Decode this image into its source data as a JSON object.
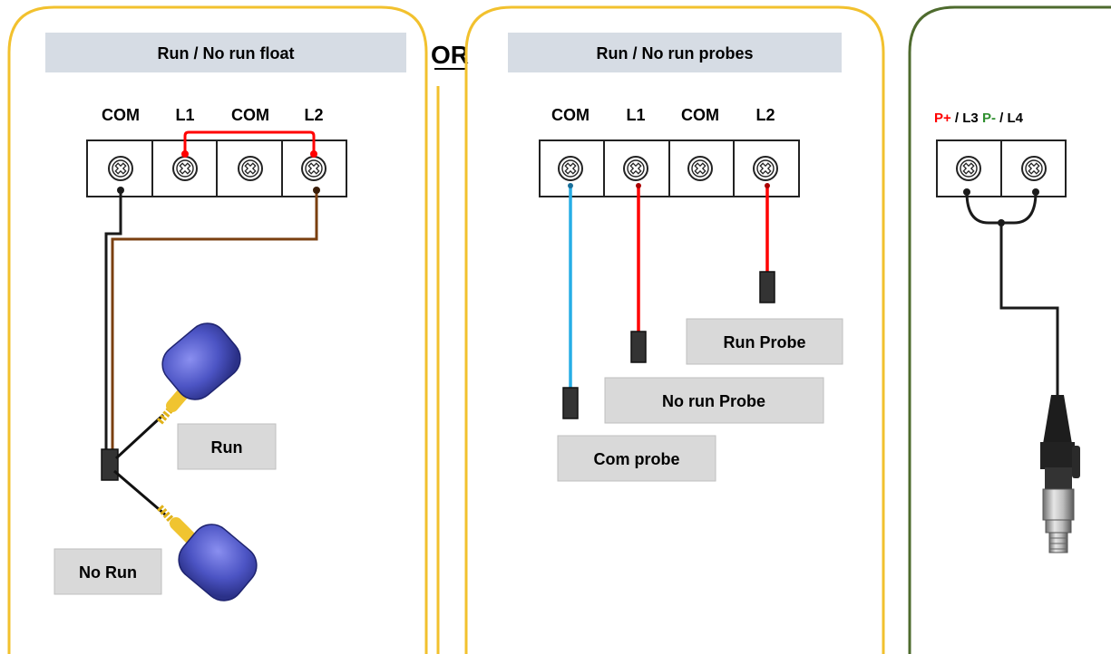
{
  "panels": {
    "float": {
      "title": "Run / No run float",
      "terminals": [
        "COM",
        "L1",
        "COM",
        "L2"
      ],
      "labels": {
        "run": "Run",
        "no_run": "No Run"
      }
    },
    "separator": "OR",
    "probes": {
      "title": "Run / No run probes",
      "terminals": [
        "COM",
        "L1",
        "COM",
        "L2"
      ],
      "labels": {
        "run_probe": "Run Probe",
        "no_run_probe": "No run Probe",
        "com_probe": "Com probe"
      }
    },
    "sensor": {
      "terminal_label": {
        "p_plus": "P+",
        "sep1": " / L3 ",
        "p_minus": "P-",
        "sep2": " / L4"
      }
    }
  },
  "colors": {
    "frame_float": "#f2c12e",
    "frame_probes": "#f2c12e",
    "frame_sensor": "#4e6b2e",
    "title_box_fill": "#d6dce4",
    "label_box_fill": "#d9d9d9",
    "wire_red": "#ff0000",
    "wire_brown": "#7a3f10",
    "wire_black": "#1a1a1a",
    "wire_blue": "#26aee6",
    "p_plus_color": "#ff0000",
    "p_minus_color": "#2f8f2f"
  }
}
